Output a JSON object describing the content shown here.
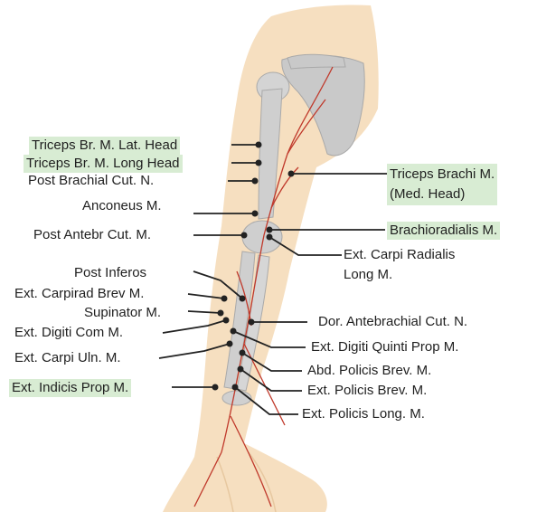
{
  "labels": {
    "triceps_lat": "Triceps Br. M. Lat. Head",
    "triceps_long": "Triceps Br. M. Long Head",
    "post_brachial": "Post Brachial Cut. N.",
    "anconeus": "Anconeus M.",
    "post_antebr": "Post Antebr Cut. M.",
    "post_inferos": "Post Inferos",
    "ext_carpirad": "Ext. Carpirad Brev M.",
    "supinator": "Supinator M.",
    "ext_digiti_com": "Ext. Digiti Com M.",
    "ext_carpi_uln": "Ext. Carpi Uln. M.",
    "ext_indicis": "Ext. Indicis Prop M.",
    "triceps_med_1": "Triceps Brachi M.",
    "triceps_med_2": "(Med. Head)",
    "brachioradialis": "Brachioradialis M.",
    "ext_carpi_rad_1": "Ext. Carpi Radialis",
    "ext_carpi_rad_2": "Long M.",
    "dor_antebrachial": "Dor. Antebrachial Cut. N.",
    "ext_digiti_quinti": "Ext. Digiti Quinti Prop M.",
    "abd_policis": "Abd. Policis Brev. M.",
    "ext_policis_brev": "Ext. Policis Brev. M.",
    "ext_policis_long": "Ext. Policis Long. M."
  },
  "colors": {
    "skin": "#f6dfc0",
    "bone": "#c9c9c9",
    "artery": "#c0392b",
    "highlight": "#d8ecd3",
    "leader": "#222222"
  }
}
